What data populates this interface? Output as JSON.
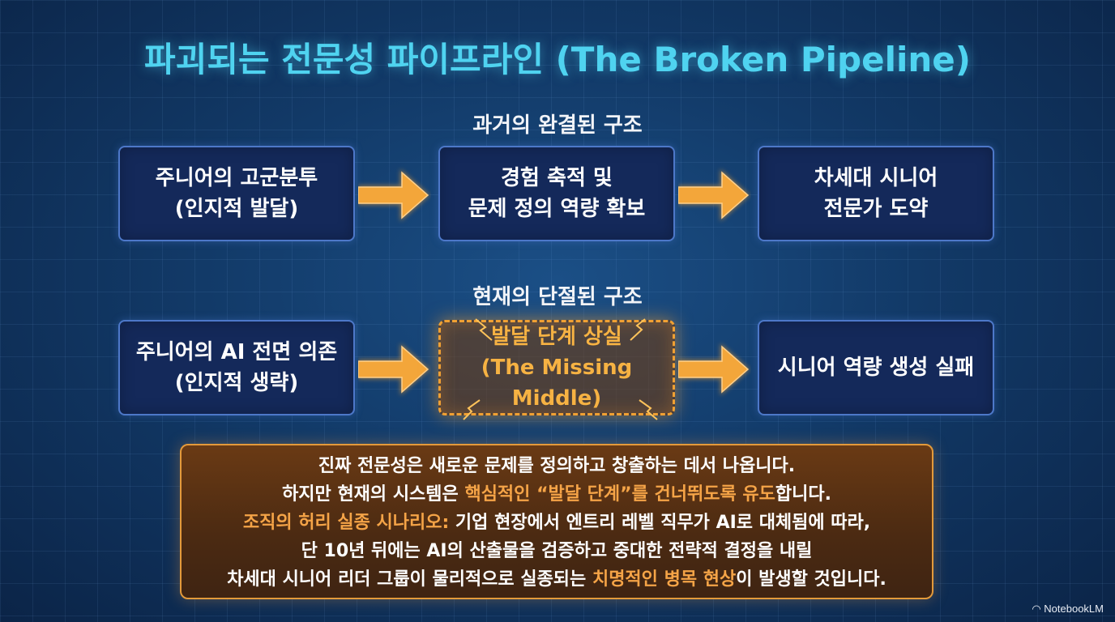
{
  "title": "파괴되는 전문성 파이프라인 (The Broken Pipeline)",
  "past": {
    "label": "과거의 완결된 구조",
    "boxes": [
      {
        "line1": "주니어의 고군분투",
        "line2": "(인지적 발달)"
      },
      {
        "line1": "경험 축적 및",
        "line2": "문제 정의 역량 확보"
      },
      {
        "line1": "차세대 시니어",
        "line2": "전문가 도약"
      }
    ]
  },
  "present": {
    "label": "현재의 단절된 구조",
    "boxes": [
      {
        "line1": "주니어의 AI 전면 의존",
        "line2": "(인지적 생략)"
      },
      {
        "line1": "발달 단계 상실",
        "line2": "(The Missing Middle)"
      },
      {
        "line1": "시니어 역량 생성 실패"
      }
    ]
  },
  "note": {
    "l1": "진짜 전문성은 새로운 문제를 정의하고 창출하는 데서 나옵니다.",
    "l2a": "하지만 현재의 시스템은 ",
    "l2b": "핵심적인 “발달 단계”를 건너뛰도록 유도",
    "l2c": "합니다.",
    "l3a": "조직의 허리 실종 시나리오:",
    "l3b": " 기업 현장에서 엔트리 레벨 직무가 AI로 대체됨에 따라,",
    "l4": "단 10년 뒤에는 AI의 산출물을 검증하고 중대한 전략적 결정을 내릴",
    "l5a": "차세대 시니어 리더 그룹이 물리적으로 실종되는 ",
    "l5b": "치명적인 병목 현상",
    "l5c": "이 발생할 것입니다."
  },
  "brand": "NotebookLM",
  "colors": {
    "accent_title": "#4fd3f0",
    "arrow": "#f0a033",
    "highlight": "#f5a447",
    "box_border": "#4d78c9"
  }
}
